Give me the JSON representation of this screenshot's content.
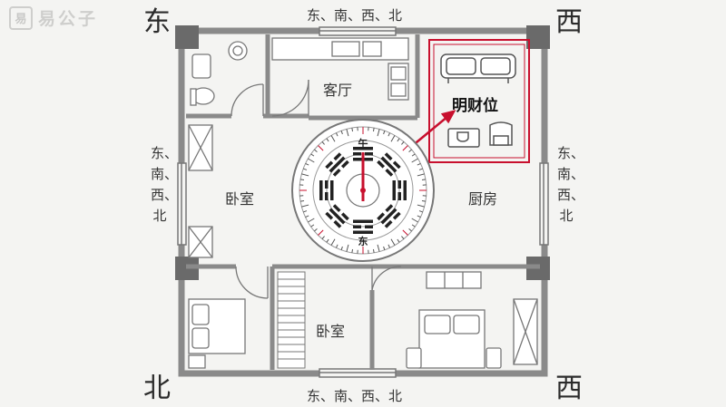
{
  "logo": {
    "text": "易公子"
  },
  "corners": {
    "top_left": "东",
    "top_right": "西",
    "bottom_left": "北",
    "bottom_right": "西"
  },
  "sides": {
    "top": "东、南、西、北",
    "bottom": "东、南、西、北",
    "left": [
      "东、",
      "南、",
      "西、",
      "北"
    ],
    "right": [
      "东、",
      "南、",
      "西、",
      "北"
    ]
  },
  "rooms": {
    "living": "客厅",
    "bedroom_left": "卧室",
    "bedroom_bottom": "卧室",
    "kitchen": "厨房"
  },
  "callout": {
    "label": "明财位"
  },
  "compass": {
    "top_char": "午",
    "bottom_char": "东"
  },
  "colors": {
    "accent": "#c8102e",
    "wall": "#8a8a8a",
    "line": "#555555",
    "background": "#f4f4f2"
  }
}
